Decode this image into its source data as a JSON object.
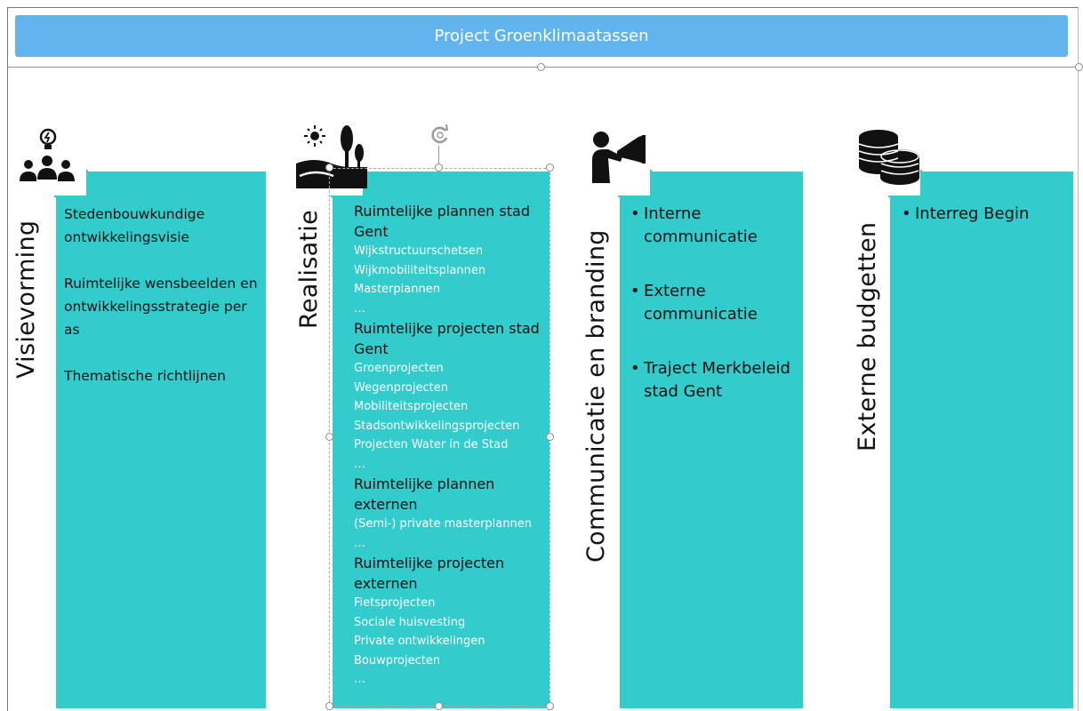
{
  "title": "Project Groenklimaatassen",
  "columns": [
    {
      "heading": "Visievorming",
      "icon": "team-idea-icon",
      "lines": [
        "Stedenbouwkundige ontwikkelingsvisie",
        "Ruimtelijke  wensbeelden en ontwikkelingsstrategie per as",
        "Thematische richtlijnen"
      ]
    },
    {
      "heading": "Realisatie",
      "icon": "landscape-tree-icon",
      "groups": [
        {
          "title": "Ruimtelijke plannen stad Gent",
          "items": [
            "Wijkstructuurschetsen",
            "Wijkmobiliteitsplannen",
            "Masterplannen",
            "…"
          ]
        },
        {
          "title": "Ruimtelijke projecten stad Gent",
          "items": [
            "Groenprojecten",
            "Wegenprojecten",
            "Mobiliteitsprojecten",
            "Stadsontwikkelingsprojecten",
            "Projecten Water in de Stad",
            "…"
          ]
        },
        {
          "title": "Ruimtelijke plannen externen",
          "items": [
            "(Semi-) private masterplannen",
            "…"
          ]
        },
        {
          "title": "Ruimtelijke projecten externen",
          "items": [
            "Fietsprojecten",
            "Sociale huisvesting",
            "Private ontwikkelingen",
            "Bouwprojecten",
            "…"
          ]
        }
      ]
    },
    {
      "heading": "Communicatie en branding",
      "icon": "megaphone-person-icon",
      "bullets": [
        "Interne communicatie",
        "Externe communicatie",
        "Traject Merkbeleid stad Gent"
      ]
    },
    {
      "heading": "Externe budgetten",
      "icon": "coins-stack-icon",
      "bullets": [
        "Interreg Begin"
      ]
    }
  ]
}
